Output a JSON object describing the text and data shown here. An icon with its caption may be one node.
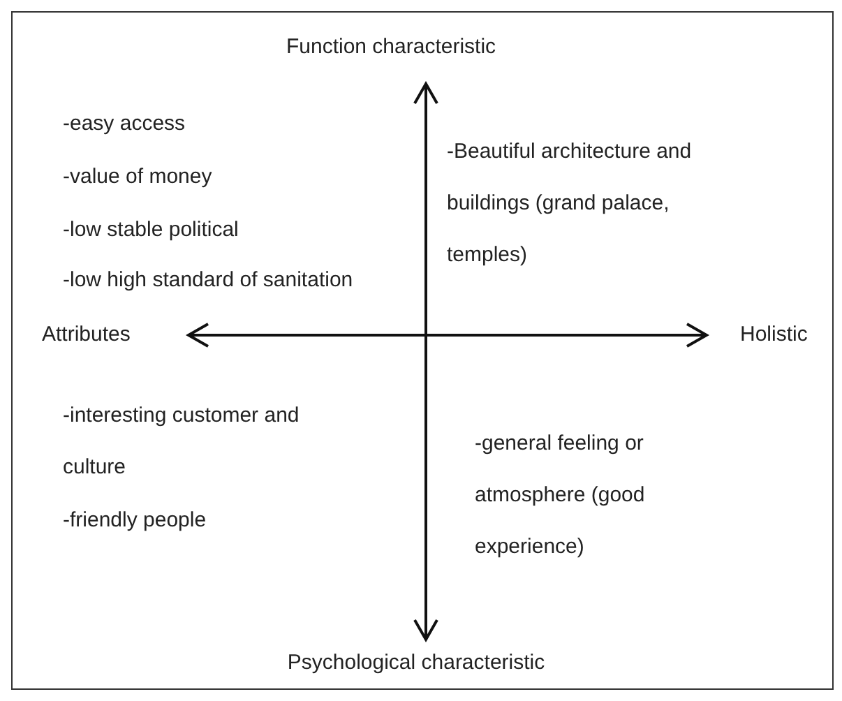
{
  "diagram": {
    "labels": [
      "Function characteristic",
      "-easy access",
      "-value of money",
      "-low stable political",
      "-low high standard of sanitation",
      "-Beautiful architecture and buildings (grand palace, temples)",
      "Attributes",
      "Holistic",
      "-interesting customer and culture",
      "-friendly people",
      "-general feeling or atmosphere (good experience)",
      "Psychological characteristic"
    ]
  }
}
